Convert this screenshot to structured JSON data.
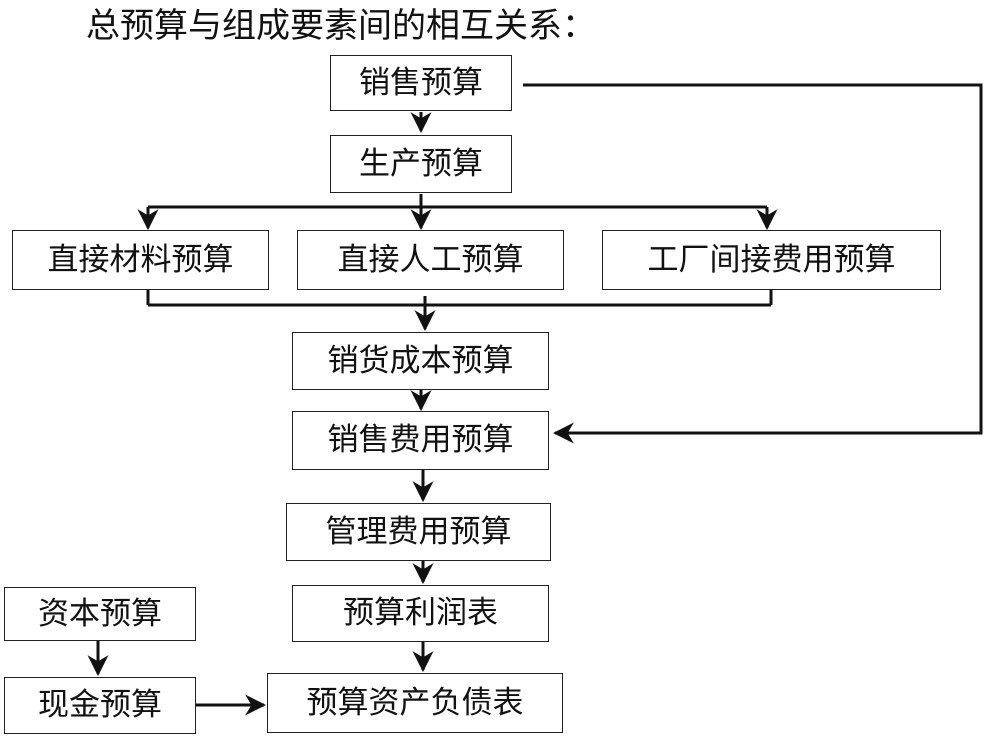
{
  "title": "总预算与组成要素间的相互关系：",
  "nodes": {
    "sales_budget": "销售预算",
    "production_budget": "生产预算",
    "direct_material_budget": "直接材料预算",
    "direct_labor_budget": "直接人工预算",
    "factory_overhead_budget": "工厂间接费用预算",
    "cost_of_goods_sold_budget": "销货成本预算",
    "selling_expense_budget": "销售费用预算",
    "admin_expense_budget": "管理费用预算",
    "budgeted_income_statement": "预算利润表",
    "capital_budget": "资本预算",
    "cash_budget": "现金预算",
    "budgeted_balance_sheet": "预算资产负债表"
  },
  "colors": {
    "line": "#111111",
    "border": "#222222"
  }
}
